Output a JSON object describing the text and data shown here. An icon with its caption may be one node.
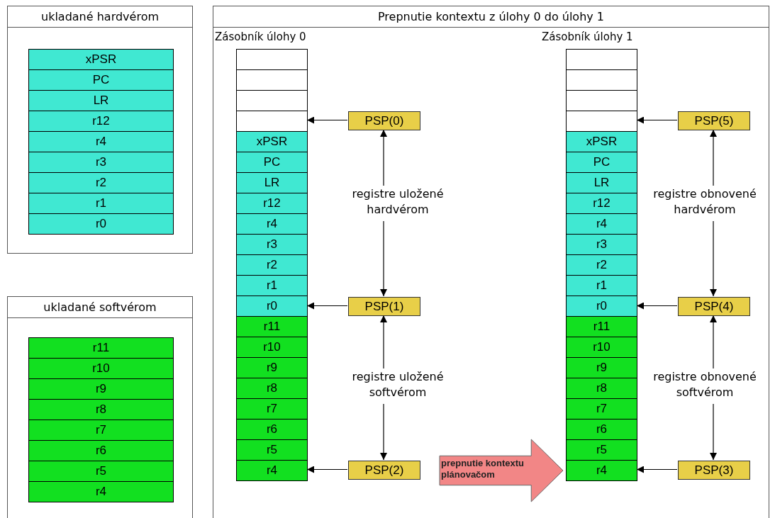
{
  "diagram": {
    "nodes": [
      {
        "text": [
          "ukladané hardvérom"
        ]
      },
      {
        "text": [
          "xPSR"
        ],
        "in": 0
      },
      {
        "text": [
          "PC"
        ],
        "in": 0
      },
      {
        "text": [
          "LR"
        ],
        "in": 0
      },
      {
        "text": [
          "r12"
        ],
        "in": 0
      },
      {
        "text": [
          "r4"
        ],
        "in": 0
      },
      {
        "text": [
          "r3"
        ],
        "in": 0
      },
      {
        "text": [
          "r2"
        ],
        "in": 0
      },
      {
        "text": [
          "r1"
        ],
        "in": 0
      },
      {
        "text": [
          "r0"
        ],
        "in": 0
      },
      {
        "text": [
          "ukladané softvérom"
        ]
      },
      {
        "text": [
          "r11"
        ],
        "in": 10
      },
      {
        "text": [
          "r10"
        ],
        "in": 10
      },
      {
        "text": [
          "r9"
        ],
        "in": 10
      },
      {
        "text": [
          "r8"
        ],
        "in": 10
      },
      {
        "text": [
          "r7"
        ],
        "in": 10
      },
      {
        "text": [
          "r6"
        ],
        "in": 10
      },
      {
        "text": [
          "r5"
        ],
        "in": 10
      },
      {
        "text": [
          "r4"
        ],
        "in": 10
      },
      {
        "text": [
          "Prepnutie kontextu z úlohy 0 do úlohy 1"
        ]
      },
      {
        "text": [
          "Zásobník úlohy 0"
        ],
        "in": 19
      },
      {
        "text": [],
        "shape": "box",
        "in": 20
      },
      {
        "text": [],
        "shape": "box",
        "in": 20
      },
      {
        "text": [],
        "shape": "box",
        "in": 20
      },
      {
        "text": [],
        "shape": "box",
        "in": 20
      },
      {
        "text": [
          "xPSR"
        ],
        "in": 20
      },
      {
        "text": [
          "PC"
        ],
        "in": 20
      },
      {
        "text": [
          "LR"
        ],
        "in": 20
      },
      {
        "text": [
          "r12"
        ],
        "in": 20
      },
      {
        "text": [
          "r4"
        ],
        "in": 20
      },
      {
        "text": [
          "r3"
        ],
        "in": 20
      },
      {
        "text": [
          "r2"
        ],
        "in": 20
      },
      {
        "text": [
          "r1"
        ],
        "in": 20
      },
      {
        "text": [
          "r0"
        ],
        "in": 20
      },
      {
        "text": [
          "r11"
        ],
        "in": 20
      },
      {
        "text": [
          "r10"
        ],
        "in": 20
      },
      {
        "text": [
          "r9"
        ],
        "in": 20
      },
      {
        "text": [
          "r8"
        ],
        "in": 20
      },
      {
        "text": [
          "r7"
        ],
        "in": 20
      },
      {
        "text": [
          "r6"
        ],
        "in": 20
      },
      {
        "text": [
          "r5"
        ],
        "in": 20
      },
      {
        "text": [
          "r4"
        ],
        "in": 20
      },
      {
        "text": [
          "Zásobník úlohy 1"
        ],
        "in": 19
      },
      {
        "text": [],
        "shape": "box",
        "in": 42
      },
      {
        "text": [],
        "shape": "box",
        "in": 42
      },
      {
        "text": [],
        "shape": "box",
        "in": 42
      },
      {
        "text": [],
        "shape": "box",
        "in": 42
      },
      {
        "text": [
          "xPSR"
        ],
        "in": 42
      },
      {
        "text": [
          "PC"
        ],
        "in": 42
      },
      {
        "text": [
          "LR"
        ],
        "in": 42
      },
      {
        "text": [
          "r12"
        ],
        "in": 42
      },
      {
        "text": [
          "r4"
        ],
        "in": 42
      },
      {
        "text": [
          "r3"
        ],
        "in": 42
      },
      {
        "text": [
          "r2"
        ],
        "in": 42
      },
      {
        "text": [
          "r1"
        ],
        "in": 42
      },
      {
        "text": [
          "r0"
        ],
        "in": 42
      },
      {
        "text": [
          "r11"
        ],
        "in": 42
      },
      {
        "text": [
          "r10"
        ],
        "in": 42
      },
      {
        "text": [
          "r9"
        ],
        "in": 42
      },
      {
        "text": [
          "r8"
        ],
        "in": 42
      },
      {
        "text": [
          "r7"
        ],
        "in": 42
      },
      {
        "text": [
          "r6"
        ],
        "in": 42
      },
      {
        "text": [
          "r5"
        ],
        "in": 42
      },
      {
        "text": [
          "r4"
        ],
        "in": 42
      },
      {
        "text": [
          "PSP(0)"
        ],
        "in": 19
      },
      {
        "text": [
          "registre uložené hardvérom"
        ],
        "in": 19
      },
      {
        "text": [
          "PSP(1)"
        ],
        "in": 19
      },
      {
        "text": [
          "registre uložené softvérom"
        ],
        "in": 19
      },
      {
        "text": [
          "PSP(2)"
        ],
        "in": 19
      },
      {
        "text": [
          "prepnutie kontextu plánovačom"
        ],
        "in": 19
      },
      {
        "text": [
          "PSP(5)"
        ],
        "in": 19
      },
      {
        "text": [
          "registre obnovené hardvérom"
        ],
        "in": 19
      },
      {
        "text": [
          "PSP(4)"
        ],
        "in": 19
      },
      {
        "text": [
          "registre obnovené softvérom"
        ],
        "in": 19
      },
      {
        "text": [
          "PSP(3)"
        ],
        "in": 19
      }
    ],
    "edges": [
      {
        "from": 64,
        "to": 24,
        "arrow": "to"
      },
      {
        "from": 66,
        "to": 33,
        "arrow": "to"
      },
      {
        "from": 68,
        "to": 41,
        "arrow": "to"
      },
      {
        "from": 65,
        "to": 64,
        "arrow": "to"
      },
      {
        "from": 65,
        "to": 66,
        "arrow": "to"
      },
      {
        "from": 67,
        "to": 66,
        "arrow": "to"
      },
      {
        "from": 67,
        "to": 68,
        "arrow": "to"
      },
      {
        "from": 70,
        "to": 46,
        "arrow": "to"
      },
      {
        "from": 72,
        "to": 55,
        "arrow": "to"
      },
      {
        "from": 74,
        "to": 63,
        "arrow": "to"
      },
      {
        "from": 71,
        "to": 70,
        "arrow": "to"
      },
      {
        "from": 71,
        "to": 72,
        "arrow": "to"
      },
      {
        "from": 73,
        "to": 72,
        "arrow": "to"
      },
      {
        "from": 73,
        "to": 74,
        "arrow": "to"
      }
    ]
  }
}
